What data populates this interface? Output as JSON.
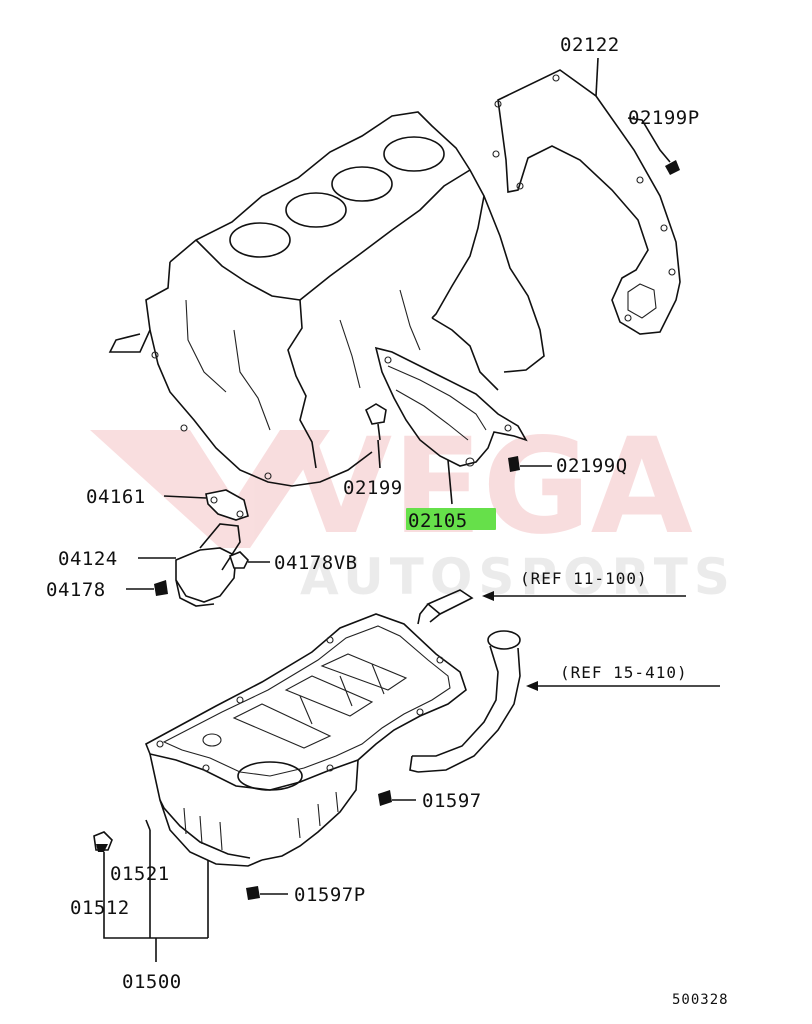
{
  "watermark": {
    "brand": "VEGA",
    "sub": "AUTOSPORTS",
    "color": "#d9343a",
    "gray": "#8a8a8a"
  },
  "highlight_color": "#66e04a",
  "labels": {
    "p02122": "02122",
    "p02199P": "02199P",
    "p02199": "02199",
    "p02199Q": "02199Q",
    "p02105": "02105",
    "p04161": "04161",
    "p04124": "04124",
    "p04178VB": "04178VB",
    "p04178": "04178",
    "ref1": "(REF 11-100)",
    "ref2": "(REF 15-410)",
    "p01597": "01597",
    "p01521": "01521",
    "p01512": "01512",
    "p01597P": "01597P",
    "p01500": "01500"
  },
  "diagram_id": "500328"
}
